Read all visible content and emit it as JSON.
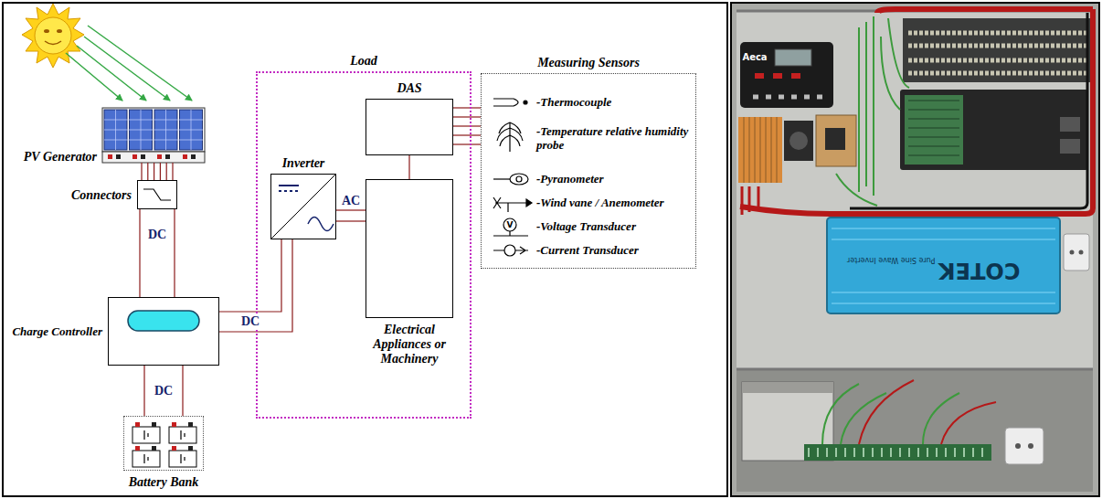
{
  "diagram": {
    "nodes": [
      {
        "text": [
          "PV Generator"
        ]
      },
      {
        "text": [
          "Connectors"
        ]
      },
      {
        "text": [
          "Charge Controller"
        ]
      },
      {
        "text": [
          "Battery Bank"
        ]
      },
      {
        "text": [
          "Load"
        ]
      },
      {
        "text": [
          "Inverter"
        ],
        "in": 4
      },
      {
        "text": [
          "DAS"
        ],
        "in": 4
      },
      {
        "text": [
          "Electrical Appliances or Machinery"
        ],
        "in": 4
      },
      {
        "text": [
          "Measuring Sensors",
          "-Thermocouple",
          "-Temperature relative humidity probe",
          "-Pyranometer",
          "-Wind vane / Anemometer",
          "-Voltage Transducer",
          "-Current Transducer"
        ]
      }
    ],
    "edges": [
      {
        "from": 0,
        "to": 1,
        "arrow": "none"
      },
      {
        "from": 1,
        "to": 2,
        "label": "DC",
        "arrow": "none"
      },
      {
        "from": 2,
        "to": 3,
        "label": "DC",
        "arrow": "none"
      },
      {
        "from": 2,
        "to": 5,
        "label": "DC",
        "arrow": "none"
      },
      {
        "from": 5,
        "to": 7,
        "label": "AC",
        "arrow": "none"
      },
      {
        "from": 6,
        "to": 7,
        "arrow": "none"
      },
      {
        "from": 6,
        "to": 8,
        "arrow": "none"
      }
    ],
    "labels": [
      "Aeca",
      "Pure Sine Wave Inverter",
      "COTEK",
      "V"
    ]
  }
}
